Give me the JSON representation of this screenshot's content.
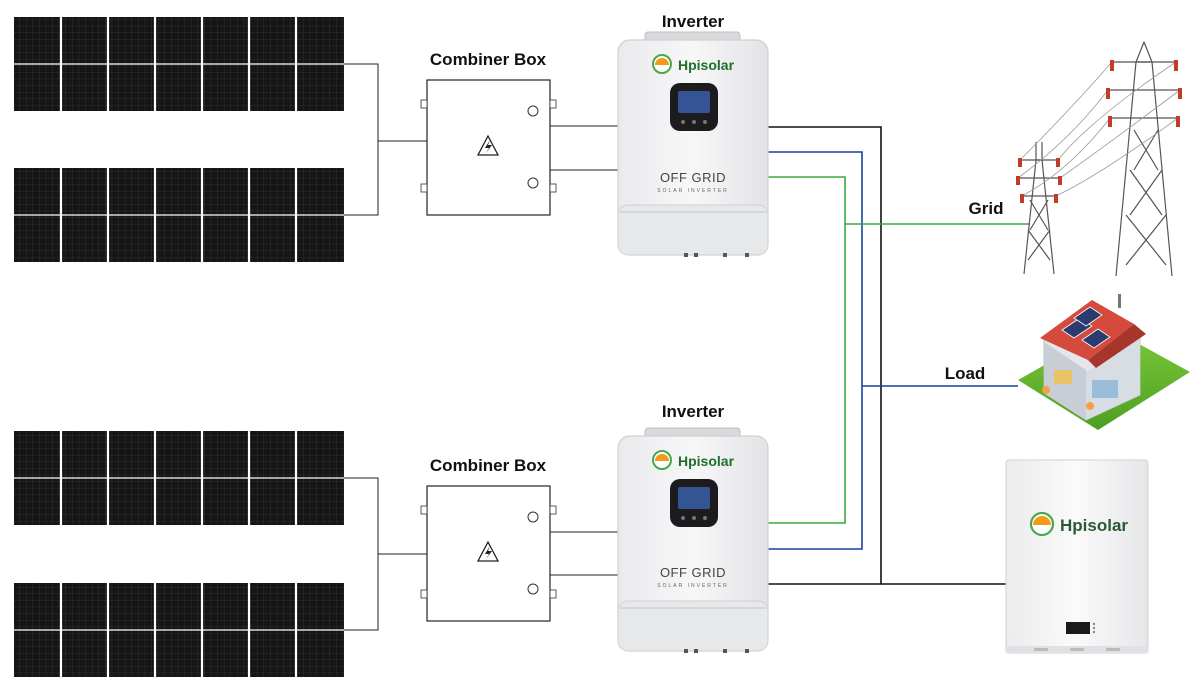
{
  "labels": {
    "combiner_top": "Combiner Box",
    "combiner_bottom": "Combiner Box",
    "inverter_top": "Inverter",
    "inverter_bottom": "Inverter",
    "grid": "Grid",
    "load": "Load"
  },
  "inverter": {
    "brand": "Hpisolar",
    "mode": "OFF GRID",
    "subtitle": "SOLAR INVERTER"
  },
  "battery": {
    "brand": "Hpisolar"
  },
  "colors": {
    "wire_black": "#111111",
    "wire_blue": "#1a3f9e",
    "wire_green": "#3aa83a",
    "panel_dark": "#1a1a1a",
    "accent_orange": "#f29a1a",
    "accent_green": "#49a84a"
  }
}
